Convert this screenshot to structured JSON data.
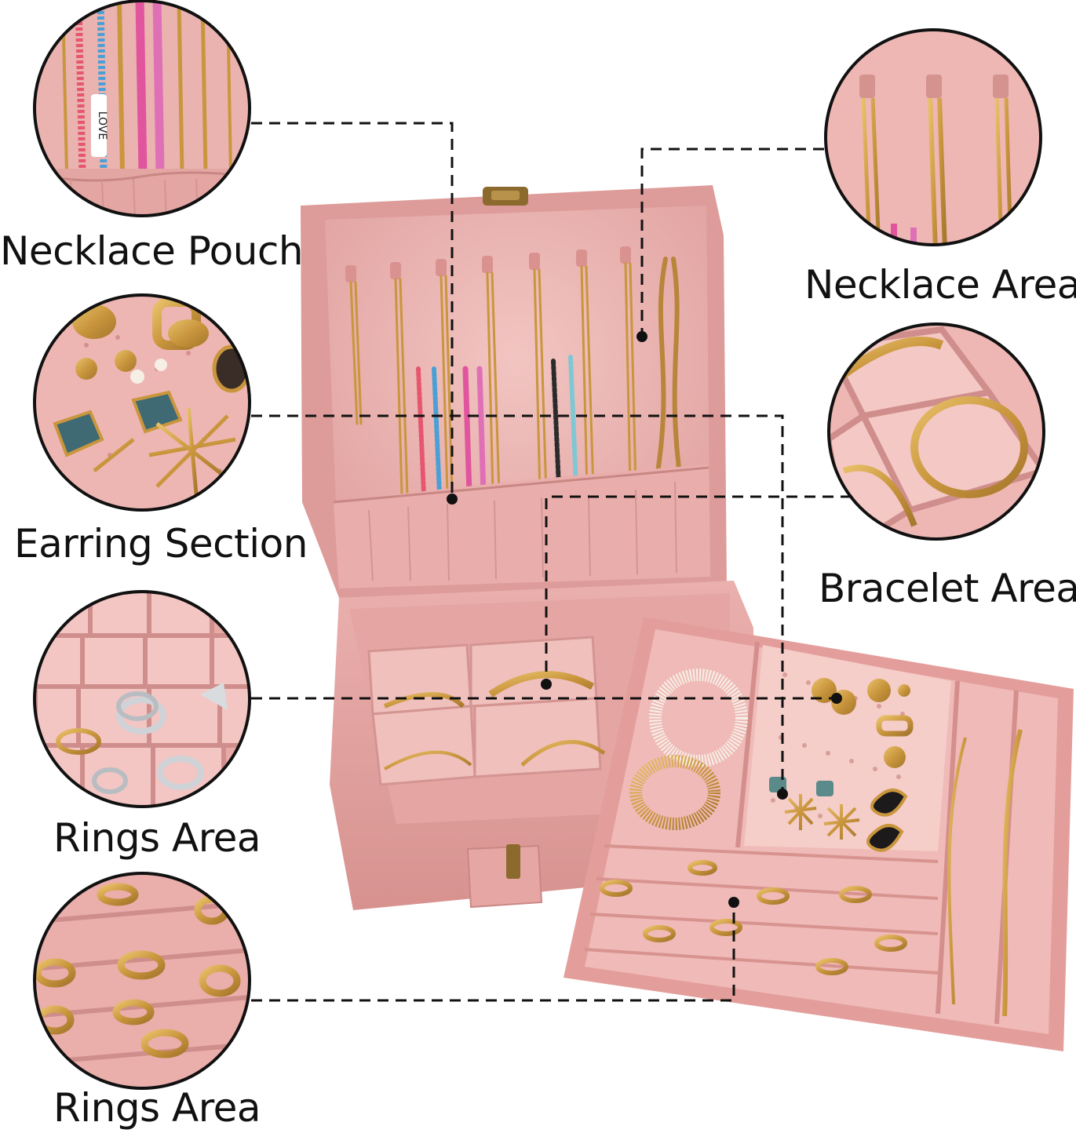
{
  "callouts": {
    "necklace_pouch": "Necklace Pouch",
    "earring_section": "Earring Section",
    "rings_area_1": "Rings Area",
    "rings_area_2": "Rings Area",
    "necklace_area": "Necklace Area",
    "bracelet_area": "Bracelet Area"
  },
  "bead_letters": {
    "love": "LOVE"
  },
  "colors": {
    "velvet_pink": "#e7a9a8",
    "velvet_light": "#f2c5c2",
    "velvet_dark": "#c98784",
    "gold": "#c9963d",
    "brass": "#8c6a2e",
    "line": "#111111"
  }
}
